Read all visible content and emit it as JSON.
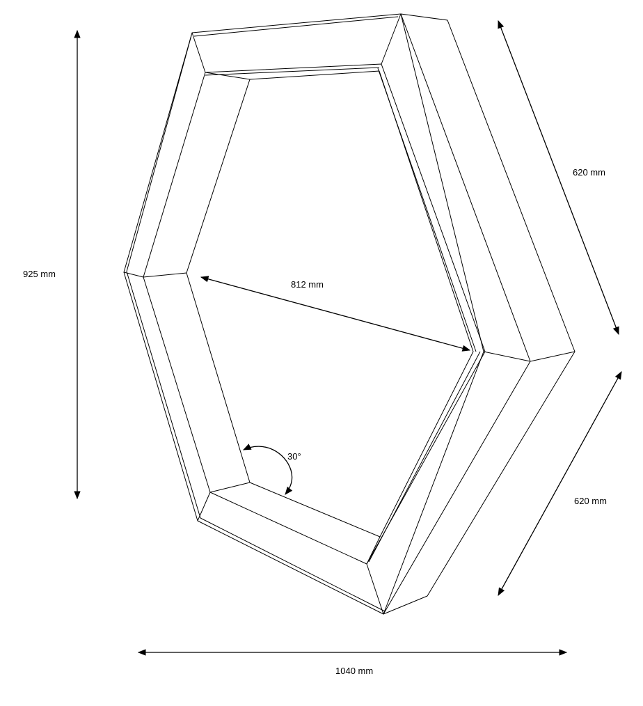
{
  "dimensions": {
    "height": "925 mm",
    "width": "1040 mm",
    "side_upper": "620 mm",
    "side_lower": "620 mm",
    "inner_diagonal": "812 mm"
  },
  "angle": {
    "value": "30°"
  }
}
